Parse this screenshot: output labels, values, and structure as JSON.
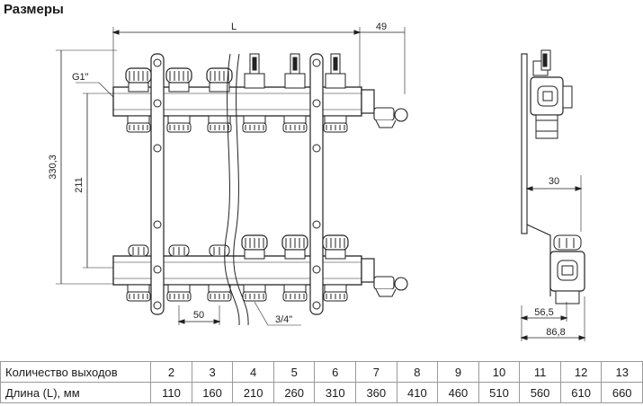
{
  "title": "Размеры",
  "dimensions": {
    "length_label": "L",
    "right_offset": "49",
    "height_total": "330,3",
    "height_axis": "211",
    "thread_top": "G1\"",
    "pitch": "50",
    "outlet_thread": "3/4\"",
    "side_offset": "30",
    "depth_inner": "56,5",
    "depth_total": "86,8"
  },
  "table": {
    "row1_label": "Количество выходов",
    "row2_label": "Длина (L), мм",
    "outlets": [
      "2",
      "3",
      "4",
      "5",
      "6",
      "7",
      "8",
      "9",
      "10",
      "11",
      "12",
      "13"
    ],
    "lengths": [
      "110",
      "160",
      "210",
      "260",
      "310",
      "360",
      "410",
      "460",
      "510",
      "560",
      "610",
      "660"
    ]
  }
}
